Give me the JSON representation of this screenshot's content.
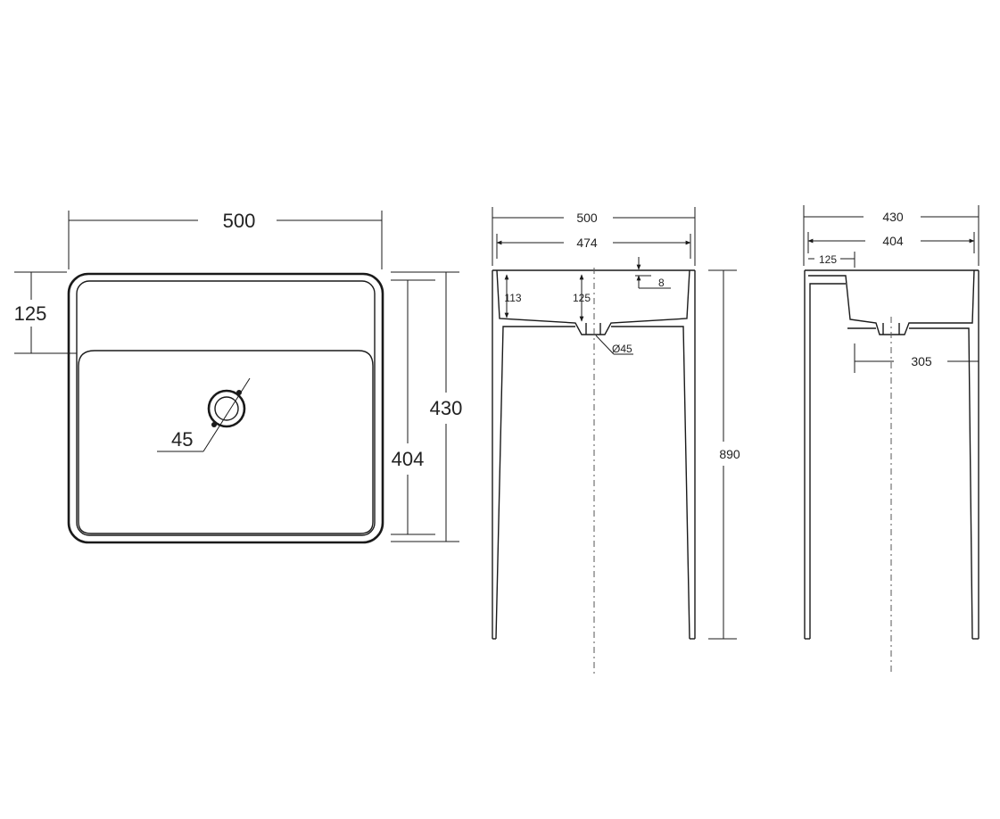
{
  "top_view": {
    "width": "500",
    "depth": "430",
    "inner_depth": "404",
    "rear_deck": "125",
    "drain": "45"
  },
  "front_view": {
    "width": "500",
    "inner_width": "474",
    "rim": "8",
    "bowl_depth_side": "113",
    "bowl_depth_center": "125",
    "drain": "Ø45",
    "height": "890"
  },
  "side_view": {
    "depth": "430",
    "inner_depth": "404",
    "rear_deck": "125",
    "drain_offset": "305"
  }
}
